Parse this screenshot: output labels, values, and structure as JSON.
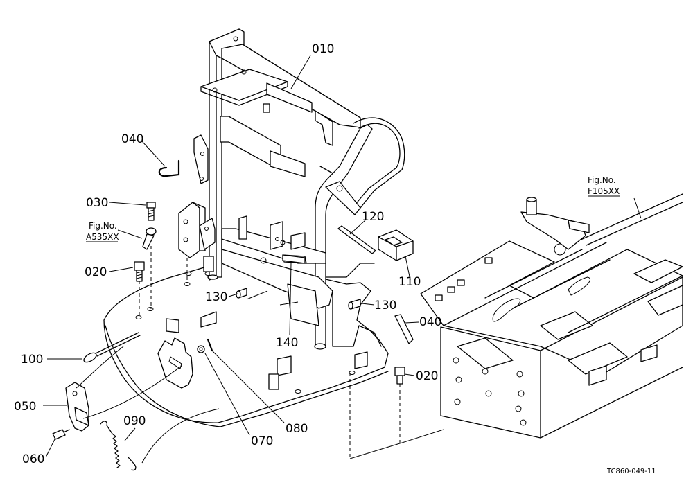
{
  "callouts": [
    {
      "id": "010",
      "text": "010"
    },
    {
      "id": "040a",
      "text": "040"
    },
    {
      "id": "030",
      "text": "030"
    },
    {
      "id": "020a",
      "text": "020"
    },
    {
      "id": "100",
      "text": "100"
    },
    {
      "id": "050",
      "text": "050"
    },
    {
      "id": "060",
      "text": "060"
    },
    {
      "id": "090",
      "text": "090"
    },
    {
      "id": "070",
      "text": "070"
    },
    {
      "id": "080",
      "text": "080"
    },
    {
      "id": "130a",
      "text": "130"
    },
    {
      "id": "140",
      "text": "140"
    },
    {
      "id": "120",
      "text": "120"
    },
    {
      "id": "110",
      "text": "110"
    },
    {
      "id": "130b",
      "text": "130"
    },
    {
      "id": "040b",
      "text": "040"
    },
    {
      "id": "020b",
      "text": "020"
    }
  ],
  "references": [
    {
      "id": "a535",
      "label": "Fig.No.",
      "value": "A535XX"
    },
    {
      "id": "f105",
      "label": "Fig.No.",
      "value": "F105XX"
    }
  ],
  "footer": {
    "code": "TC860-049-11"
  }
}
